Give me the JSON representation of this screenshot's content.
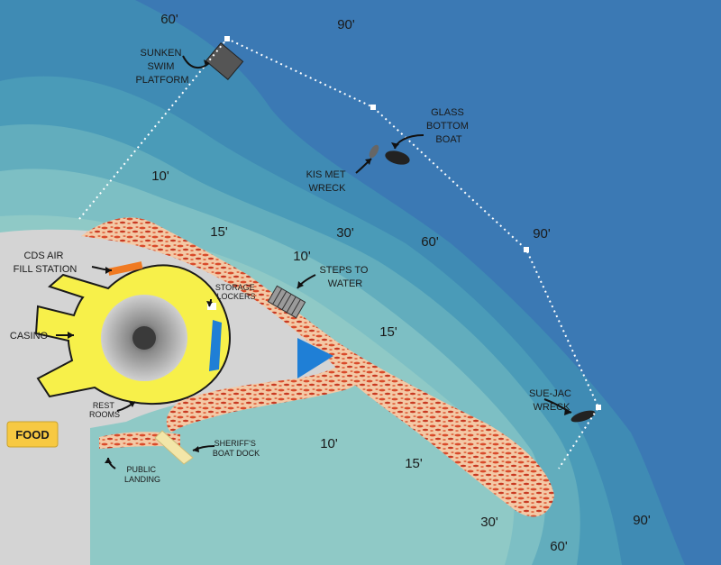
{
  "colors": {
    "deep": "#3b79b4",
    "mid": "#3f8fb5",
    "shallow": "#5aa8bd",
    "shallower": "#7cc0c6",
    "reef": "#d94a2a",
    "land": "#d6d6d6",
    "casino": "#f7f04a",
    "accent_blue": "#1f7fd6",
    "orange": "#f07a22"
  },
  "labels": {
    "sunken_swim_platform": [
      "SUNKEN",
      "SWIM",
      "PLATFORM"
    ],
    "glass_bottom_boat": [
      "GLASS",
      "BOTTOM",
      "BOAT"
    ],
    "kis_met_wreck": [
      "KIS MET",
      "WRECK"
    ],
    "cds_air_fill_station": [
      "CDS AIR",
      "FILL STATION"
    ],
    "storage_lockers": [
      "STORAGE",
      "LOCKERS"
    ],
    "steps_to_water": [
      "STEPS TO",
      "WATER"
    ],
    "casino": "CASINO",
    "rest_rooms": [
      "REST",
      "ROOMS"
    ],
    "food": "FOOD",
    "sheriffs_boat_dock": [
      "SHERIFF'S",
      "BOAT DOCK"
    ],
    "public_landing": [
      "PUBLIC",
      "LANDING"
    ],
    "sue_jac_wreck": [
      "SUE-JAC",
      "WRECK"
    ]
  },
  "depths": [
    "60'",
    "90'",
    "10'",
    "15'",
    "30'",
    "60'",
    "10'",
    "90'",
    "15'",
    "10'",
    "15'",
    "30'",
    "60'",
    "90'"
  ],
  "icons": {
    "boat": "boat-icon",
    "wreck": "wreck-icon",
    "platform": "platform-icon",
    "buoy": "buoy-marker-icon"
  }
}
